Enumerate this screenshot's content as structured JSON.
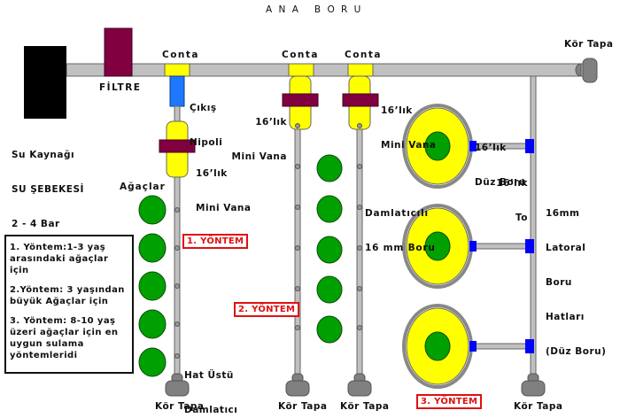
{
  "title": "A N A   B O R U",
  "labels": {
    "water_source": [
      "Su Kaynağı",
      "SU ŞEBEKESİ",
      "2 - 4 Bar"
    ],
    "filter": "FİLTRE",
    "gasket": "Conta",
    "outlet_nipple": [
      "Çıkış",
      "Nipoli"
    ],
    "mini_valve": [
      "16’lık",
      "Mini Vana"
    ],
    "trees": "Ağaçlar",
    "inline_dripper": [
      "Hat Üstü",
      "Damlatıcı"
    ],
    "dripper_pipe": [
      "Damlatıcılı",
      "16 mm Boru"
    ],
    "straight_pipe": [
      "16’lık",
      "Düz Boru"
    ],
    "tee": [
      "16’lık",
      "To"
    ],
    "lateral": [
      "16mm",
      "Latoral",
      "Boru",
      "Hatları",
      "(Düz Boru)"
    ],
    "end_cap": "Kör Tapa"
  },
  "methods": {
    "m1": "1. YÖNTEM",
    "m2": "2. YÖNTEM",
    "m3": "3. YÖNTEM"
  },
  "info_box": [
    "1. Yöntem:1-3  yaş arasındaki ağaçlar için",
    "2.Yöntem: 3 yaşından büyük Ağaçlar için",
    "3. Yöntem: 8-10 yaş üzeri ağaçlar için en uygun sulama yöntemleridi"
  ],
  "colors": {
    "pipe": "#c0c0c0",
    "valve_body": "#ffff00",
    "valve_band": "#800040",
    "tree": "#00a000",
    "fitting": "#0000ff",
    "nipple": "#1e78ff",
    "cap": "#808080",
    "method_red": "#e01010"
  }
}
